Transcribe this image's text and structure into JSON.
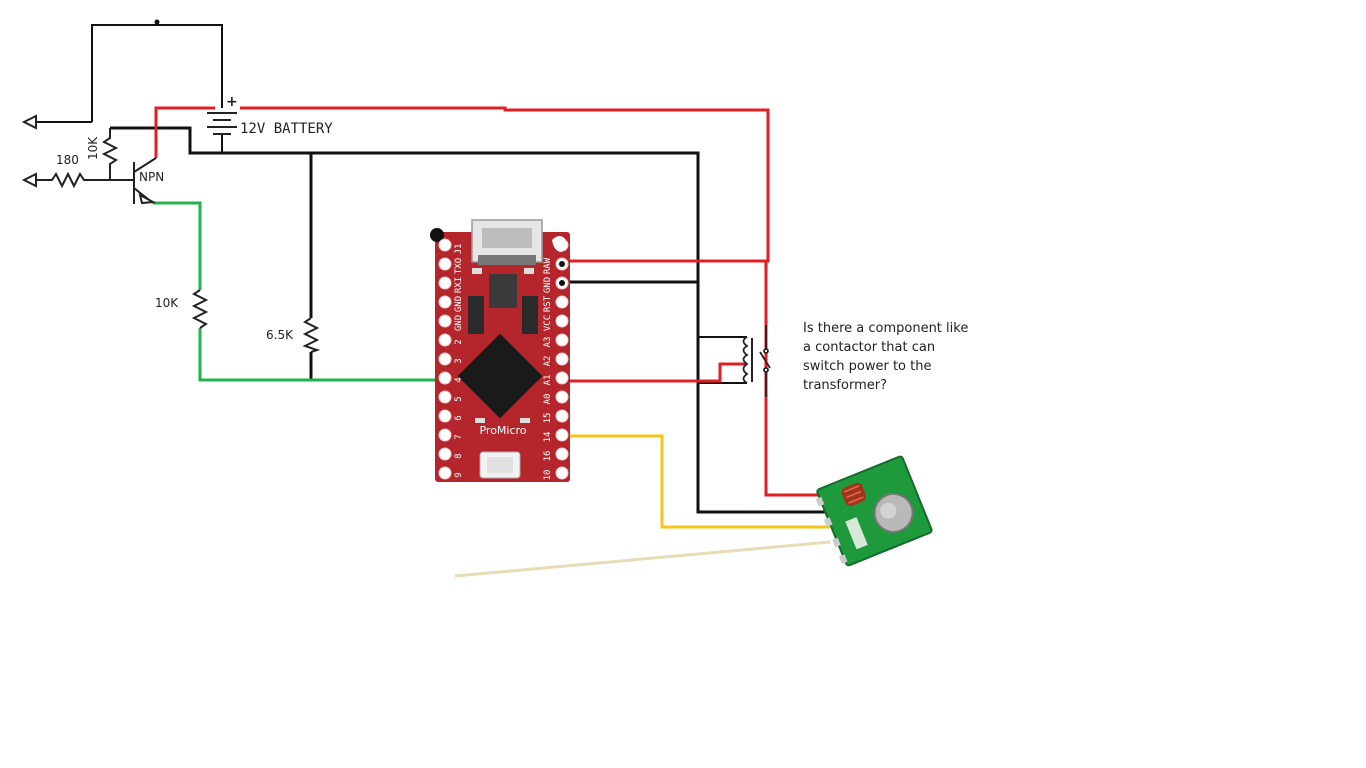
{
  "labels": {
    "battery": "12V BATTERY",
    "battery_plus": "+",
    "npn": "NPN",
    "r_base": "180",
    "r_pullup": "10K",
    "r_10k": "10K",
    "r_6k5": "6.5K",
    "board_name": "ProMicro",
    "question": "Is there a component like a contactor that can switch power to the transformer?"
  },
  "pins_left": [
    "TXO",
    "RXI",
    "GND",
    "GND",
    "2",
    "3",
    "4",
    "5",
    "6",
    "7",
    "8",
    "9"
  ],
  "pins_right": [
    "RAW",
    "GND",
    "RST",
    "VCC",
    "A3",
    "A2",
    "A1",
    "A0",
    "15",
    "14",
    "16",
    "10"
  ],
  "header_left": "J1",
  "colors": {
    "wire_red": "#e31e24",
    "wire_black": "#111111",
    "wire_green": "#22b14c",
    "wire_yellow": "#f5c518",
    "board": "#b5262c",
    "module_pcb": "#1e9a3c"
  }
}
